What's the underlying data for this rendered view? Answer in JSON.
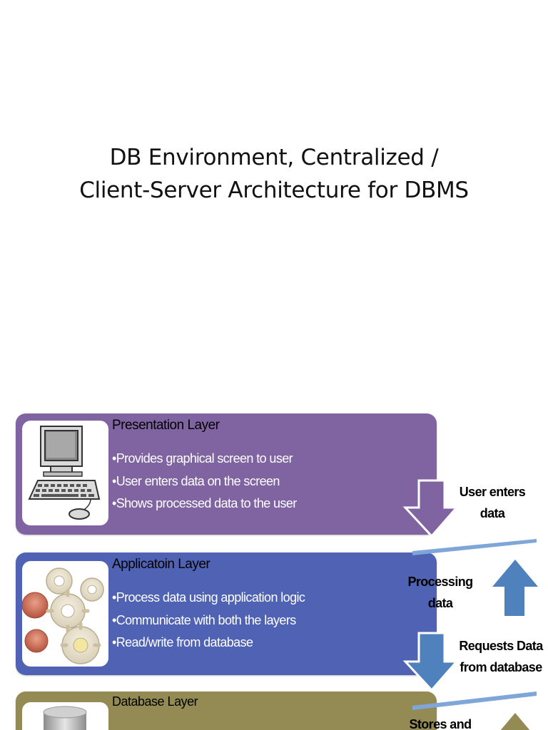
{
  "title": {
    "line1": "DB Environment, Centralized /",
    "line2": "Client-Server Architecture for DBMS"
  },
  "layers": [
    {
      "heading": "Presentation Layer",
      "bullets": [
        "Provides graphical screen to user",
        "User enters data on the screen",
        "Shows processed data to the user"
      ],
      "color": "#8064a2",
      "icon": "computer-icon"
    },
    {
      "heading": "Applicatoin Layer",
      "bullets": [
        "Process data using application  logic",
        "Communicate with both the layers",
        "Read/write from database"
      ],
      "color": "#4f62b3",
      "icon": "gears-icon"
    },
    {
      "heading": "Database Layer",
      "bullets": [],
      "color": "#948a54",
      "icon": "database-icon"
    }
  ],
  "flow": {
    "user_enters_line1": "User enters",
    "user_enters_line2": "data",
    "processing_line1": "Processing",
    "processing_line2": "data",
    "requests_line1": "Requests Data",
    "requests_line2": "from database",
    "stores_line1": "Stores and"
  },
  "colors": {
    "down_arrow": "#4f81bd",
    "up_arrow": "#4f81bd",
    "separator": "#7ea6d8",
    "up_arrow_db": "#948a54"
  }
}
